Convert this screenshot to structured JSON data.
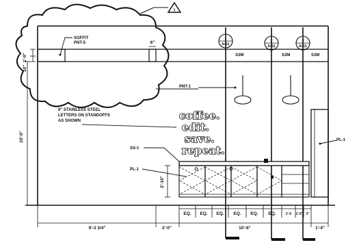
{
  "labels": {
    "soffit": "SOFFIT",
    "soffit_paint": "PNT-5",
    "paint": "PNT-1",
    "ss": "SS-1",
    "pl_left": "PL-1",
    "pl_right": "PL-1",
    "steel_1": "8\" STAINLESS STEEL",
    "steel_2": "LETTERS ON STANDOFFS",
    "steel_3": "AS SHOWN",
    "revision": "1"
  },
  "sign_words": [
    "coffee.",
    "edit.",
    "save.",
    "repeat."
  ],
  "section_markers": [
    {
      "num": "1",
      "sheet": "A411",
      "ref": "S3M"
    },
    {
      "num": "2",
      "sheet": "A411",
      "ref": "S3M"
    },
    {
      "num": "3",
      "sheet": "A411",
      "ref": "S3M"
    }
  ],
  "dimensions": {
    "soffit_height": "1'-0\"",
    "soffit_gap": "10\"",
    "soffit_width": "6\"",
    "total_height": "10'-0\"",
    "counter_height": "2'-10\"",
    "left_run": "9'-3 3/4\"",
    "offset": "2'-0\"",
    "counter_run": "10'-6\"",
    "right_run": "1'-4\"",
    "equal_1": "EQ.",
    "equal_2": "EQ.",
    "equal_3": "EQ.",
    "equal_4": "EQ.",
    "equal_5": "EQ.",
    "equal_6": "EQ.",
    "seg_a": "2'-0",
    "seg_b": "1'-6\"",
    "seg_c": "3\""
  }
}
